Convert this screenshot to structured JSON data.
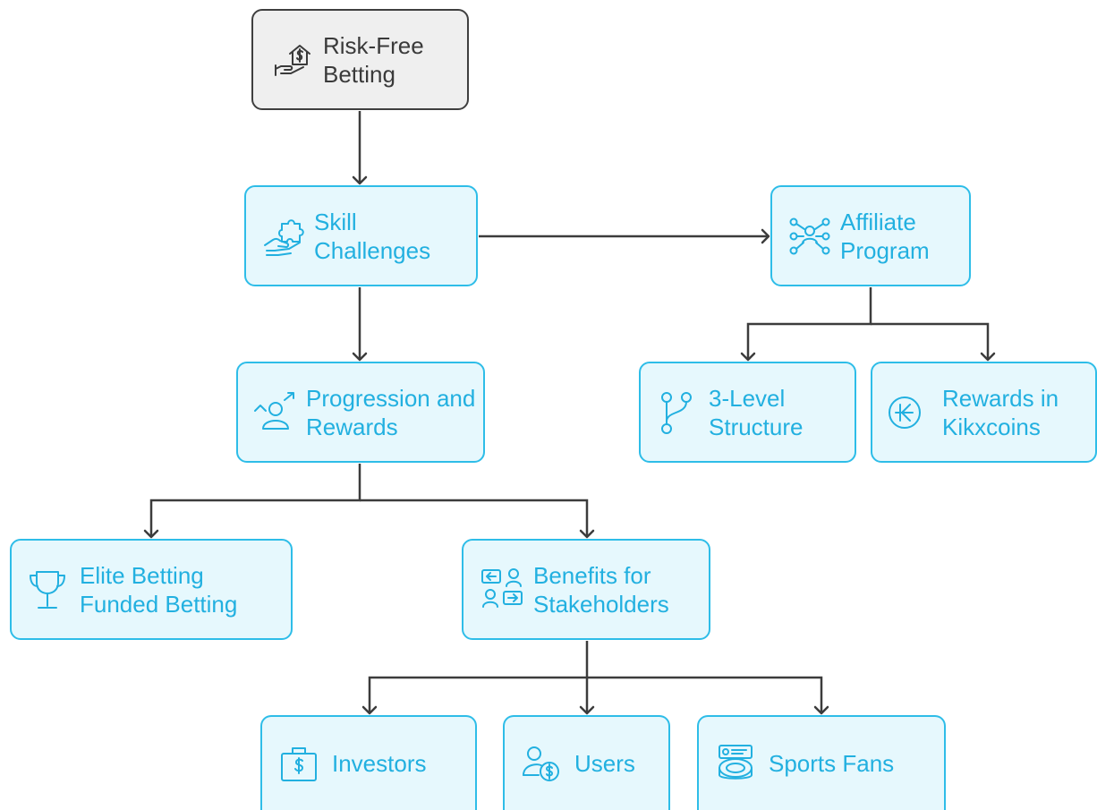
{
  "colors": {
    "node_border": "#2ebde8",
    "node_fill": "#e6f8fd",
    "node_text": "#22b0e0",
    "root_border": "#3f3f3f",
    "root_fill": "#efefef",
    "root_text": "#3a3a3a",
    "edge": "#3c3c3c"
  },
  "nodes": {
    "risk_free": {
      "label": "Risk-Free Betting",
      "icon": "hand-house-dollar-icon"
    },
    "skill_challenges": {
      "label": "Skill Challenges",
      "icon": "hand-puzzle-icon"
    },
    "affiliate_program": {
      "label": "Affiliate Program",
      "icon": "network-people-icon"
    },
    "progression_rewards": {
      "label": "Progression and Rewards",
      "icon": "person-growth-icon"
    },
    "three_level": {
      "label": "3-Level Structure",
      "icon": "branch-icon"
    },
    "rewards_kikxcoins": {
      "label": "Rewards in Kikxcoins",
      "icon": "coin-icon"
    },
    "elite_betting": {
      "label": "Elite Betting Funded Betting",
      "icon": "trophy-icon"
    },
    "benefits": {
      "label": "Benefits for Stakeholders",
      "icon": "exchange-people-icon"
    },
    "investors": {
      "label": "Investors",
      "icon": "briefcase-dollar-icon"
    },
    "users": {
      "label": "Users",
      "icon": "user-dollar-icon"
    },
    "sports_fans": {
      "label": "Sports Fans",
      "icon": "stadium-icon"
    }
  },
  "edges": [
    [
      "risk_free",
      "skill_challenges"
    ],
    [
      "skill_challenges",
      "affiliate_program"
    ],
    [
      "skill_challenges",
      "progression_rewards"
    ],
    [
      "affiliate_program",
      "three_level"
    ],
    [
      "affiliate_program",
      "rewards_kikxcoins"
    ],
    [
      "progression_rewards",
      "elite_betting"
    ],
    [
      "progression_rewards",
      "benefits"
    ],
    [
      "benefits",
      "investors"
    ],
    [
      "benefits",
      "users"
    ],
    [
      "benefits",
      "sports_fans"
    ]
  ]
}
